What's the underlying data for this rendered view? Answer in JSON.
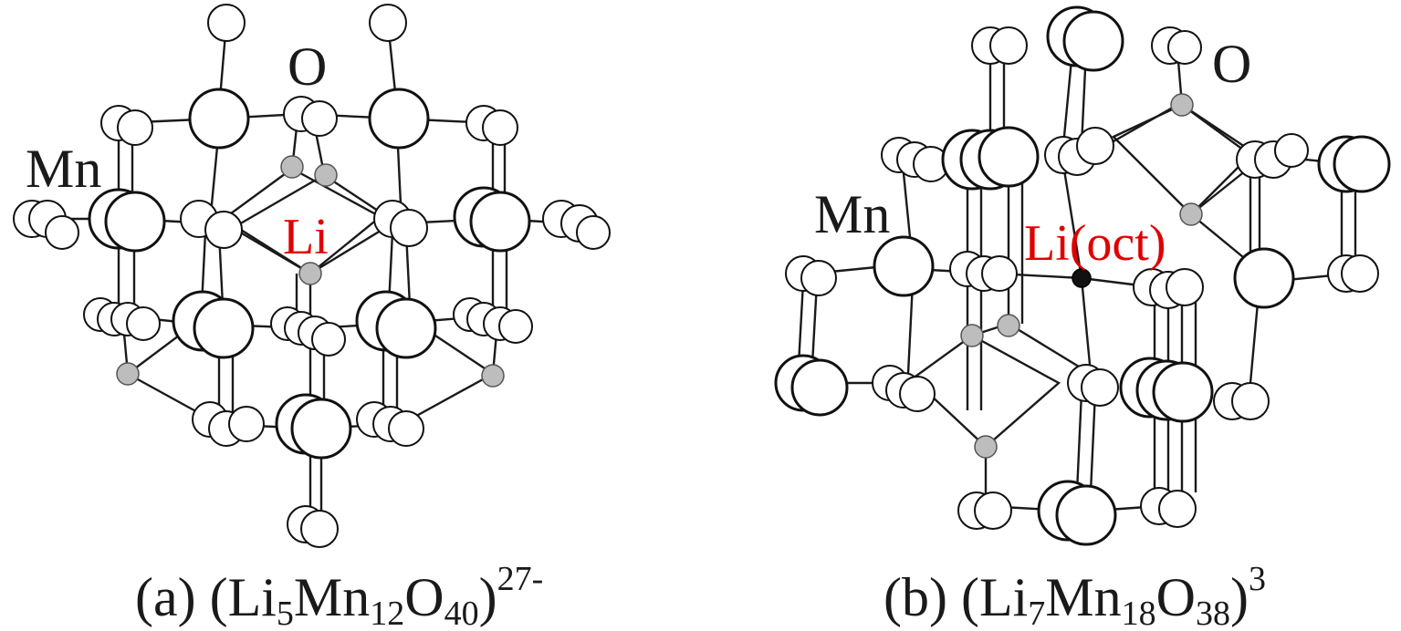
{
  "panels": [
    {
      "id": "a",
      "o_label": "O",
      "mn_label": "Mn",
      "li_label": "Li",
      "caption": {
        "prefix": "(a) (Li",
        "s1": "5",
        "t1": "Mn",
        "s2": "12",
        "t2": "O",
        "s3": "40",
        "t3": ")",
        "sup": "27-"
      }
    },
    {
      "id": "b",
      "o_label": "O",
      "mn_label": "Mn",
      "li_label": "Li(oct)",
      "caption": {
        "prefix": "(b) (Li",
        "s1": "7",
        "t1": "Mn",
        "s2": "18",
        "t2": "O",
        "s3": "38",
        "t3": ")",
        "sup": "3"
      }
    }
  ],
  "colors": {
    "atom_fill": "#ffffff",
    "atom_stroke": "#111111",
    "li_fill": "#bdbdbd",
    "li_oct_fill": "#111111",
    "red_label": "#e00000"
  }
}
